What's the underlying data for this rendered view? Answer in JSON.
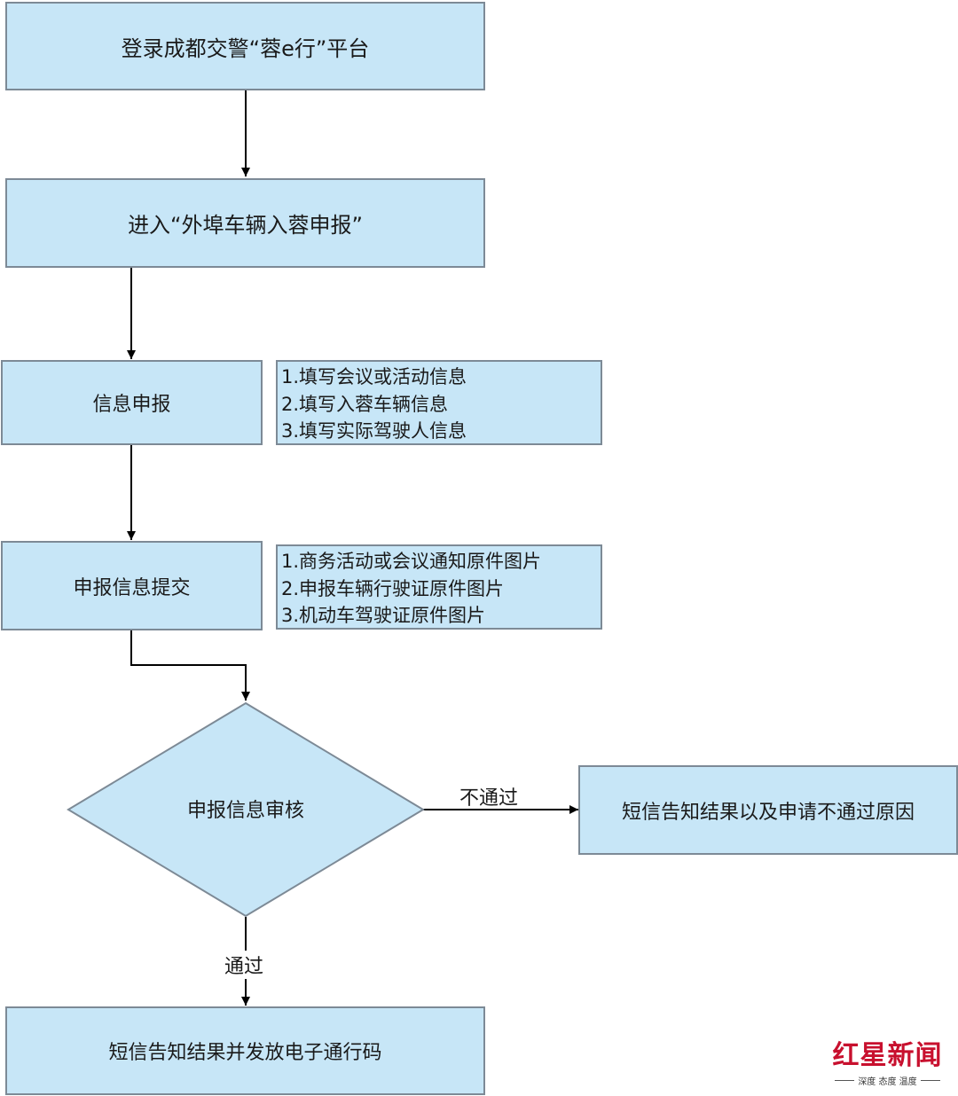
{
  "flowchart": {
    "steps": {
      "login": "登录成都交警“蓉e行”平台",
      "enter": "进入“外埠车辆入蓉申报”",
      "info_declare": "信息申报",
      "submit": "申报信息提交",
      "review": "申报信息审核",
      "rejected_result": "短信告知结果以及申请不通过原因",
      "approved_result": "短信告知结果并发放电子通行码"
    },
    "info_declare_notes": [
      "1.填写会议或活动信息",
      "2.填写入蓉车辆信息",
      "3.填写实际驾驶人信息"
    ],
    "submit_notes": [
      "1.商务活动或会议通知原件图片",
      "2.申报车辆行驶证原件图片",
      "3.机动车驾驶证原件图片"
    ],
    "edge_labels": {
      "fail": "不通过",
      "pass": "通过"
    }
  },
  "watermark": {
    "brand": "红星新闻",
    "tagline": "深度 态度 温度"
  },
  "colors": {
    "box_fill": "#c7e6f7",
    "box_border": "#7d8a96",
    "brand_red": "#c8102e"
  }
}
